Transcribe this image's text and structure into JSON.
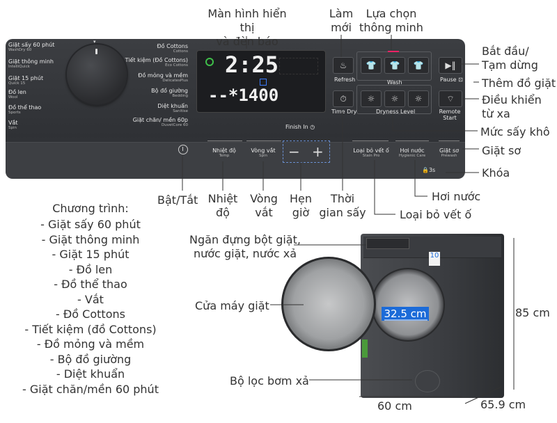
{
  "top_labels": {
    "display": "Màn hình hiển thị\nvà đèn báo",
    "refresh": "Làm\nmới",
    "smart": "Lựa chọn\nthông minh",
    "start": "Bắt đầu/\nTạm dừng",
    "add_clothes": "Thêm đồ giặt",
    "remote": "Điều khiển\ntừ xa",
    "dryness": "Mức sấy khô",
    "prewash": "Giặt sơ",
    "lock": "Khóa",
    "steam": "Hơi nước",
    "stain": "Loại bỏ vết ố",
    "time_dry": "Thời\ngian sấy",
    "delay": "Hẹn\ngiờ",
    "spin": "Vòng\nvắt",
    "temp": "Nhiệt\nđộ",
    "power": "Bật/Tắt"
  },
  "programs_title": "Chương trình:",
  "programs": [
    "- Giặt sấy 60 phút",
    "- Giặt thông minh",
    "- Giặt 15 phút",
    "- Đồ len",
    "- Đồ thể thao",
    "- Vắt",
    "- Đồ Cottons",
    "- Tiết kiệm (đồ Cottons)",
    "- Đồ mỏng và mềm",
    "- Bộ đồ giường",
    "- Diệt khuẩn",
    "- Giặt chăn/mền 60 phút"
  ],
  "panel": {
    "left_programs": [
      {
        "vi": "Giặt sấy 60 phút",
        "en": "WashDry 60"
      },
      {
        "vi": "Giặt thông minh",
        "en": "IntelliQuick"
      },
      {
        "vi": "Giặt 15 phút",
        "en": "Quick 15"
      },
      {
        "vi": "Đồ len",
        "en": "Wool"
      },
      {
        "vi": "Đồ thể thao",
        "en": "Sports"
      },
      {
        "vi": "Vắt",
        "en": "Spin"
      }
    ],
    "right_programs": [
      {
        "vi": "Đồ Cottons",
        "en": "Cottons"
      },
      {
        "vi": "Tiết kiệm (Đồ Cottons)",
        "en": "Eco Cottons"
      },
      {
        "vi": "Đồ mỏng và mềm",
        "en": "DelicatesPlus"
      },
      {
        "vi": "Bộ đồ giường",
        "en": "Bedding"
      },
      {
        "vi": "Diệt khuẩn",
        "en": "Sanitise"
      },
      {
        "vi": "Giặt chăn/ mền 60p",
        "en": "DuvetCore 60"
      }
    ],
    "display_time": "2:25",
    "display_spin": "--*1400",
    "finish_in": "Finish In",
    "refresh": "Refresh",
    "wash": "Wash",
    "time_dry": "Time Dry",
    "dryness_level": "Dryness Level",
    "pause": "Pause",
    "remote_start": "Remote\nStart",
    "temp": {
      "vi": "Nhiệt độ",
      "en": "Temp"
    },
    "spin": {
      "vi": "Vòng vắt",
      "en": "Spin"
    },
    "minus": "−",
    "plus": "+",
    "stain": {
      "vi": "Loại bỏ vết ố",
      "en": "Stain Pro"
    },
    "steam": {
      "vi": "Hơi nước",
      "en": "Hygienic Care"
    },
    "prewash": {
      "vi": "Giặt sơ",
      "en": "Prewash"
    },
    "lock_time": "3s"
  },
  "machine_labels": {
    "drawer": "Ngăn đựng bột giặt,\nnước giặt, nước xả",
    "door": "Cửa máy giặt",
    "filter": "Bộ lọc bơm xả",
    "drum_diameter": "32.5 cm",
    "height": "85 cm",
    "width": "60 cm",
    "depth": "65.9 cm",
    "energy_badge": "10"
  },
  "colors": {
    "accent": "#1c6bd8",
    "led_green": "#3fbf4a",
    "led_blue": "#3b7bff"
  }
}
